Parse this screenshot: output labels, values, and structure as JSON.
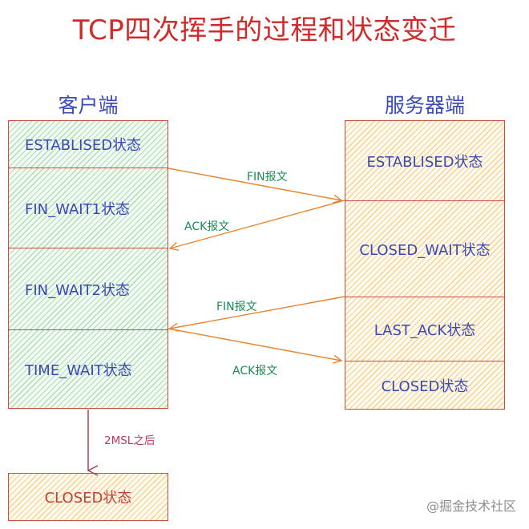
{
  "title": "TCP四次挥手的过程和状态变迁",
  "client": {
    "title": "客户端",
    "states": [
      "ESTABLISED状态",
      "FIN_WAIT1状态",
      "FIN_WAIT2状态",
      "TIME_WAIT状态"
    ],
    "final_state": "CLOSED状态"
  },
  "server": {
    "title": "服务器端",
    "states": [
      "ESTABLISED状态",
      "CLOSED_WAIT状态",
      "LAST_ACK状态",
      "CLOSED状态"
    ]
  },
  "messages": [
    "FIN报文",
    "ACK报文",
    "FIN报文",
    "ACK报文"
  ],
  "transition_label": "2MSL之后",
  "watermark": "@掘金技术社区",
  "colors": {
    "title": "#d12a2a",
    "state_text": "#3b48b5",
    "box_border": "#c64f43",
    "client_fill": "#56b05c",
    "server_fill": "#f2af3a",
    "arrow": "#e8842e",
    "message_text": "#1d8a52",
    "transition_arrow": "#a8344f"
  }
}
